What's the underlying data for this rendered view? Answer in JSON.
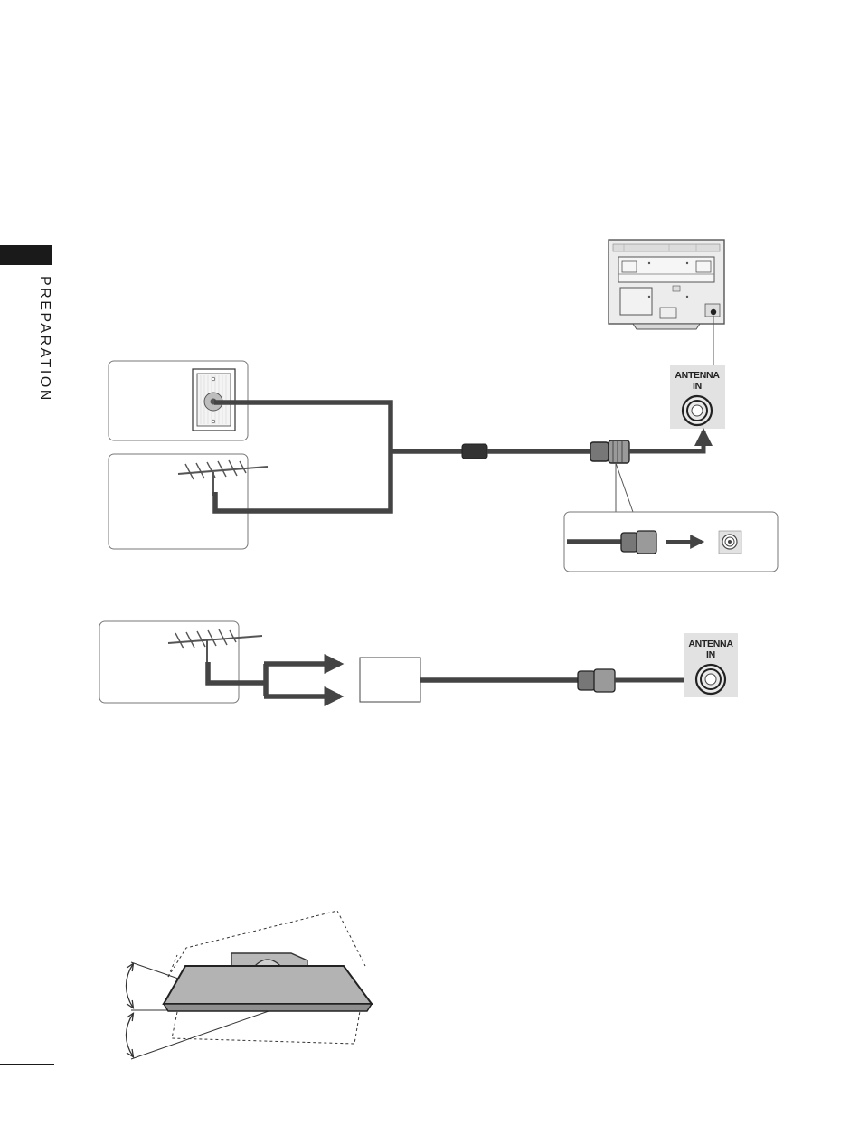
{
  "page": {
    "section_label": "PREPARATION"
  },
  "diagram_top": {
    "port_label_line1": "ANTENNA",
    "port_label_line2": "IN"
  },
  "diagram_bottom": {
    "port_label_line1": "ANTENNA",
    "port_label_line2": "IN"
  },
  "colors": {
    "cable": "#444444",
    "panel": "#e2e2e2",
    "frame": "#555555"
  }
}
